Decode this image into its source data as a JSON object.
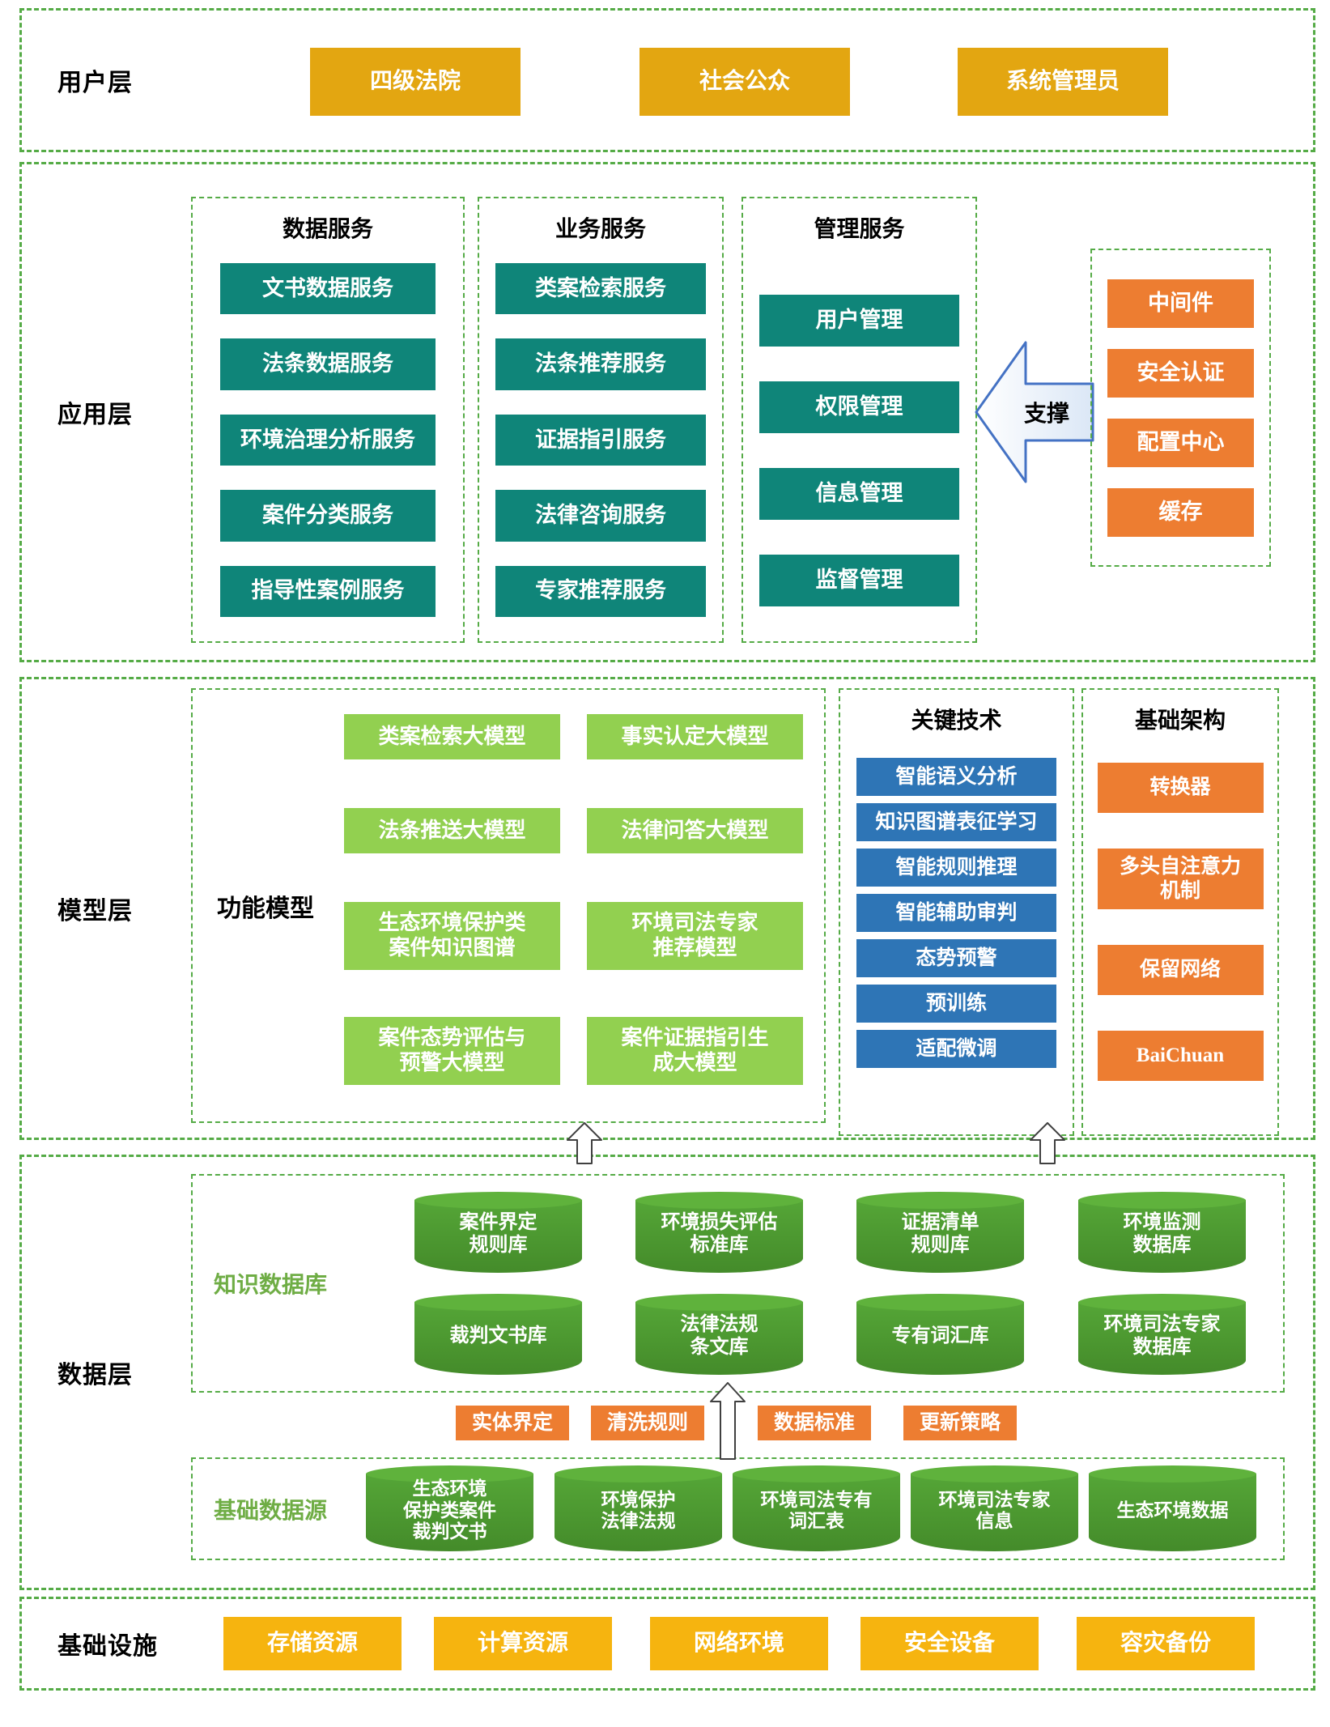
{
  "palette": {
    "gold": "#e3a611",
    "amber": "#f6b40f",
    "teal": "#0f8579",
    "orange": "#ed7d31",
    "light_green": "#92d050",
    "blue": "#2e75b6",
    "cylinder_green": "#4e9c30",
    "dashed_border_green": "#55ab46"
  },
  "user_layer": {
    "label": "用户层",
    "boxes": [
      "四级法院",
      "社会公众",
      "系统管理员"
    ]
  },
  "app_layer": {
    "label": "应用层",
    "data_services": {
      "title": "数据服务",
      "items": [
        "文书数据服务",
        "法条数据服务",
        "环境治理分析服务",
        "案件分类服务",
        "指导性案例服务"
      ]
    },
    "business_services": {
      "title": "业务服务",
      "items": [
        "类案检索服务",
        "法条推荐服务",
        "证据指引服务",
        "法律咨询服务",
        "专家推荐服务"
      ]
    },
    "management_services": {
      "title": "管理服务",
      "items": [
        "用户管理",
        "权限管理",
        "信息管理",
        "监督管理"
      ]
    },
    "support_arrow_label": "支撑",
    "support_components": [
      "中间件",
      "安全认证",
      "配置中心",
      "缓存"
    ]
  },
  "model_layer": {
    "label": "模型层",
    "function_models_title": "功能模型",
    "function_models": {
      "col1": [
        "类案检索大模型",
        "法条推送大模型",
        "生态环境保护类\n案件知识图谱",
        "案件态势评估与\n预警大模型"
      ],
      "col2": [
        "事实认定大模型",
        "法律问答大模型",
        "环境司法专家\n推荐模型",
        "案件证据指引生\n成大模型"
      ]
    },
    "key_technologies": {
      "title": "关键技术",
      "items": [
        "智能语义分析",
        "知识图谱表征学习",
        "智能规则推理",
        "智能辅助审判",
        "态势预警",
        "预训练",
        "适配微调"
      ]
    },
    "base_architecture": {
      "title": "基础架构",
      "items": [
        "转换器",
        "多头自注意力\n机制",
        "保留网络",
        "BaiChuan"
      ]
    }
  },
  "data_layer": {
    "label": "数据层",
    "knowledge_databases": {
      "title": "知识数据库",
      "row1": [
        "案件界定\n规则库",
        "环境损失评估\n标准库",
        "证据清单\n规则库",
        "环境监测\n数据库"
      ],
      "row2": [
        "裁判文书库",
        "法律法规\n条文库",
        "专有词汇库",
        "环境司法专家\n数据库"
      ]
    },
    "process_tags": [
      "实体界定",
      "清洗规则",
      "数据标准",
      "更新策略"
    ],
    "base_data_sources": {
      "title": "基础数据源",
      "items": [
        "生态环境\n保护类案件\n裁判文书",
        "环境保护\n法律法规",
        "环境司法专有\n词汇表",
        "环境司法专家\n信息",
        "生态环境数据"
      ]
    }
  },
  "infra_layer": {
    "label": "基础设施",
    "boxes": [
      "存储资源",
      "计算资源",
      "网络环境",
      "安全设备",
      "容灾备份"
    ]
  }
}
